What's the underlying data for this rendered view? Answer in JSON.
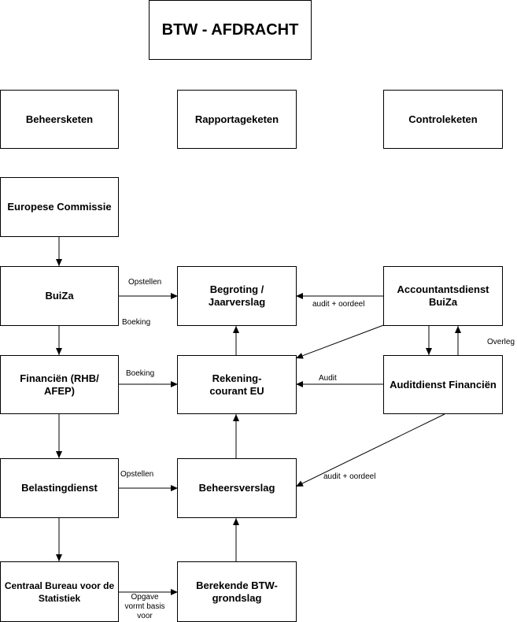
{
  "title": "BTW - AFDRACHT",
  "columns": {
    "beheersketen": "Beheersketen",
    "rapportageketen": "Rapportageketen",
    "controleketen": "Controleketen"
  },
  "nodes": {
    "europese_commissie": "Europese Commissie",
    "buiza": "BuiZa",
    "financien": "Financiën (RHB/ AFEP)",
    "belastingdienst": "Belastingdienst",
    "cbs": "Centraal Bureau voor de Statistiek",
    "begroting": "Begroting / Jaarverslag",
    "rekening_courant": "Rekening-courant EU",
    "beheersverslag": "Beheersverslag",
    "berekende_btw": "Berekende BTW-grondslag",
    "accountantsdienst": "Accountantsdienst BuiZa",
    "auditdienst": "Auditdienst Financiën"
  },
  "edge_labels": {
    "opstellen_1": "Opstellen",
    "boeking_1": "Boeking",
    "boeking_2": "Boeking",
    "opstellen_2": "Opstellen",
    "opgave": "Opgave vormt basis voor",
    "audit_oordeel_1": "audit + oordeel",
    "audit": "Audit",
    "overleg": "Overleg",
    "audit_oordeel_2": "audit + oordeel"
  }
}
